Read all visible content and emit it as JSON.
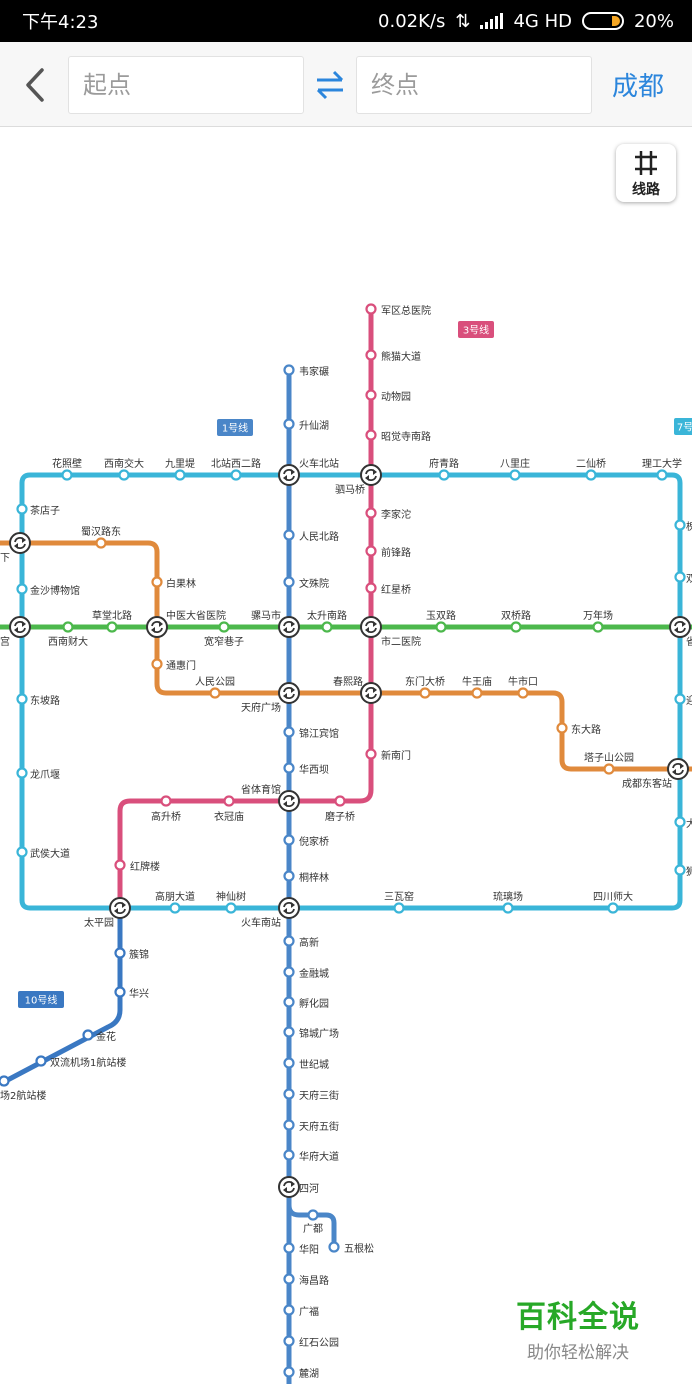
{
  "status": {
    "time": "下午4:23",
    "speed": "0.02K/s",
    "network": "4G HD",
    "battery": "20%"
  },
  "toolbar": {
    "start_placeholder": "起点",
    "end_placeholder": "终点",
    "city": "成都"
  },
  "route_button": {
    "label": "线路"
  },
  "watermark": {
    "main": "百科全说",
    "sub": "助你轻松解决"
  },
  "colors": {
    "line1": "#4a86c8",
    "line3": "#d94f7c",
    "line7": "#3ab5d8",
    "line2": "#e08a3c",
    "line4": "#4cb84c",
    "line10": "#3a78c2"
  },
  "line_tags": [
    {
      "id": "t1",
      "text": "1号线",
      "color": "#4a86c8"
    },
    {
      "id": "t3",
      "text": "3号线",
      "color": "#d94f7c"
    },
    {
      "id": "t7",
      "text": "7号",
      "color": "#3ab5d8"
    },
    {
      "id": "t10",
      "text": "10号线",
      "color": "#3a78c2"
    }
  ],
  "stations": [
    {
      "id": "军区总医院",
      "name": "军区总医院"
    },
    {
      "id": "熊猫大道",
      "name": "熊猫大道"
    },
    {
      "id": "动物园",
      "name": "动物园"
    },
    {
      "id": "昭觉寺南路",
      "name": "昭觉寺南路"
    },
    {
      "id": "驷马桥",
      "name": "驷马桥"
    },
    {
      "id": "李家沱",
      "name": "李家沱"
    },
    {
      "id": "前锋路",
      "name": "前锋路"
    },
    {
      "id": "红星桥",
      "name": "红星桥"
    },
    {
      "id": "市二医院",
      "name": "市二医院"
    },
    {
      "id": "春熙路",
      "name": "春熙路"
    },
    {
      "id": "新南门",
      "name": "新南门"
    },
    {
      "id": "磨子桥",
      "name": "磨子桥"
    },
    {
      "id": "省体育馆",
      "name": "省体育馆"
    },
    {
      "id": "衣冠庙",
      "name": "衣冠庙"
    },
    {
      "id": "高升桥",
      "name": "高升桥"
    },
    {
      "id": "红牌楼",
      "name": "红牌楼"
    },
    {
      "id": "太平园",
      "name": "太平园"
    },
    {
      "id": "韦家碾",
      "name": "韦家碾"
    },
    {
      "id": "升仙湖",
      "name": "升仙湖"
    },
    {
      "id": "火车北站",
      "name": "火车北站"
    },
    {
      "id": "人民北路",
      "name": "人民北路"
    },
    {
      "id": "文殊院",
      "name": "文殊院"
    },
    {
      "id": "骡马市",
      "name": "骡马市"
    },
    {
      "id": "天府广场",
      "name": "天府广场"
    },
    {
      "id": "锦江宾馆",
      "name": "锦江宾馆"
    },
    {
      "id": "华西坝",
      "name": "华西坝"
    },
    {
      "id": "倪家桥",
      "name": "倪家桥"
    },
    {
      "id": "桐梓林",
      "name": "桐梓林"
    },
    {
      "id": "火车南站",
      "name": "火车南站"
    },
    {
      "id": "高新",
      "name": "高新"
    },
    {
      "id": "金融城",
      "name": "金融城"
    },
    {
      "id": "孵化园",
      "name": "孵化园"
    },
    {
      "id": "锦城广场",
      "name": "锦城广场"
    },
    {
      "id": "世纪城",
      "name": "世纪城"
    },
    {
      "id": "天府三街",
      "name": "天府三街"
    },
    {
      "id": "天府五街",
      "name": "天府五街"
    },
    {
      "id": "华府大道",
      "name": "华府大道"
    },
    {
      "id": "四河",
      "name": "四河"
    },
    {
      "id": "广都",
      "name": "广都"
    },
    {
      "id": "五根松",
      "name": "五根松"
    },
    {
      "id": "华阳",
      "name": "华阳"
    },
    {
      "id": "海昌路",
      "name": "海昌路"
    },
    {
      "id": "广福",
      "name": "广福"
    },
    {
      "id": "红石公园",
      "name": "红石公园"
    },
    {
      "id": "麓湖",
      "name": "麓湖"
    },
    {
      "id": "花照壁",
      "name": "花照壁"
    },
    {
      "id": "西南交大",
      "name": "西南交大"
    },
    {
      "id": "九里堤",
      "name": "九里堤"
    },
    {
      "id": "北站西二路",
      "name": "北站西二路"
    },
    {
      "id": "府青路",
      "name": "府青路"
    },
    {
      "id": "八里庄",
      "name": "八里庄"
    },
    {
      "id": "二仙桥",
      "name": "二仙桥"
    },
    {
      "id": "理工大学",
      "name": "理工大学"
    },
    {
      "id": "茶店子",
      "name": "茶店子"
    },
    {
      "id": "金沙博物馆",
      "name": "金沙博物馆"
    },
    {
      "id": "东坡路",
      "name": "东坡路"
    },
    {
      "id": "龙爪堰",
      "name": "龙爪堰"
    },
    {
      "id": "武侯大道",
      "name": "武侯大道"
    },
    {
      "id": "高朋大道",
      "name": "高朋大道"
    },
    {
      "id": "神仙树",
      "name": "神仙树"
    },
    {
      "id": "三瓦窑",
      "name": "三瓦窑"
    },
    {
      "id": "琉璃场",
      "name": "琉璃场"
    },
    {
      "id": "四川师大",
      "name": "四川师大"
    },
    {
      "id": "蜀汉路东",
      "name": "蜀汉路东"
    },
    {
      "id": "白果林",
      "name": "白果林"
    },
    {
      "id": "中医大省医院",
      "name": "中医大省医院"
    },
    {
      "id": "通惠门",
      "name": "通惠门"
    },
    {
      "id": "人民公园",
      "name": "人民公园"
    },
    {
      "id": "东门大桥",
      "name": "东门大桥"
    },
    {
      "id": "牛王庙",
      "name": "牛王庙"
    },
    {
      "id": "牛市口",
      "name": "牛市口"
    },
    {
      "id": "东大路",
      "name": "东大路"
    },
    {
      "id": "塔子山公园",
      "name": "塔子山公园"
    },
    {
      "id": "成都东客站",
      "name": "成都东客站"
    },
    {
      "id": "西南财大",
      "name": "西南财大"
    },
    {
      "id": "草堂北路",
      "name": "草堂北路"
    },
    {
      "id": "宽窄巷子",
      "name": "宽窄巷子"
    },
    {
      "id": "太升南路",
      "name": "太升南路"
    },
    {
      "id": "玉双路",
      "name": "玉双路"
    },
    {
      "id": "双桥路",
      "name": "双桥路"
    },
    {
      "id": "万年场",
      "name": "万年场"
    },
    {
      "id": "簇锦",
      "name": "簇锦"
    },
    {
      "id": "华兴",
      "name": "华兴"
    },
    {
      "id": "金花",
      "name": "金花"
    },
    {
      "id": "双流机场1航站楼",
      "name": "双流机场1航站楼"
    },
    {
      "id": "场2航站楼",
      "name": "场2航站楼"
    },
    {
      "id": "下",
      "name": "下"
    },
    {
      "id": "宫",
      "name": "宫"
    },
    {
      "id": "省",
      "name": "省"
    },
    {
      "id": "双",
      "name": "双"
    },
    {
      "id": "槐",
      "name": "槐"
    },
    {
      "id": "迎",
      "name": "迎"
    },
    {
      "id": "大",
      "name": "大"
    },
    {
      "id": "狮",
      "name": "狮"
    }
  ]
}
